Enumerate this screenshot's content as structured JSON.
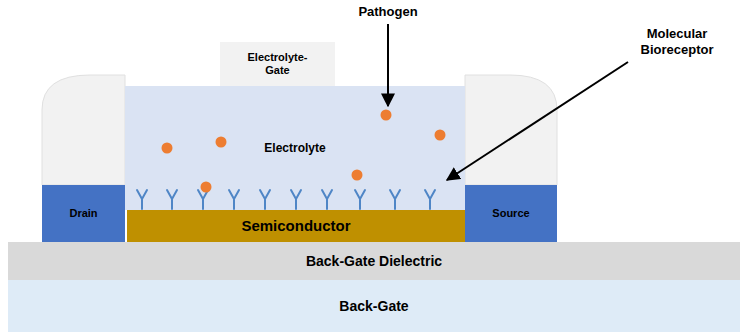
{
  "diagram": {
    "nodes": [
      {
        "text": [
          "Electrolyte- Gate"
        ]
      },
      {
        "text": [
          "Electrolyte"
        ]
      },
      {
        "text": [
          "Drain"
        ]
      },
      {
        "text": [
          "Semiconductor"
        ]
      },
      {
        "text": [
          "Source"
        ]
      },
      {
        "text": [
          "Back-Gate Dielectric"
        ]
      },
      {
        "text": [
          "Back-Gate"
        ]
      }
    ],
    "labels": [
      "Pathogen",
      "Molecular Bioreceptor"
    ]
  }
}
